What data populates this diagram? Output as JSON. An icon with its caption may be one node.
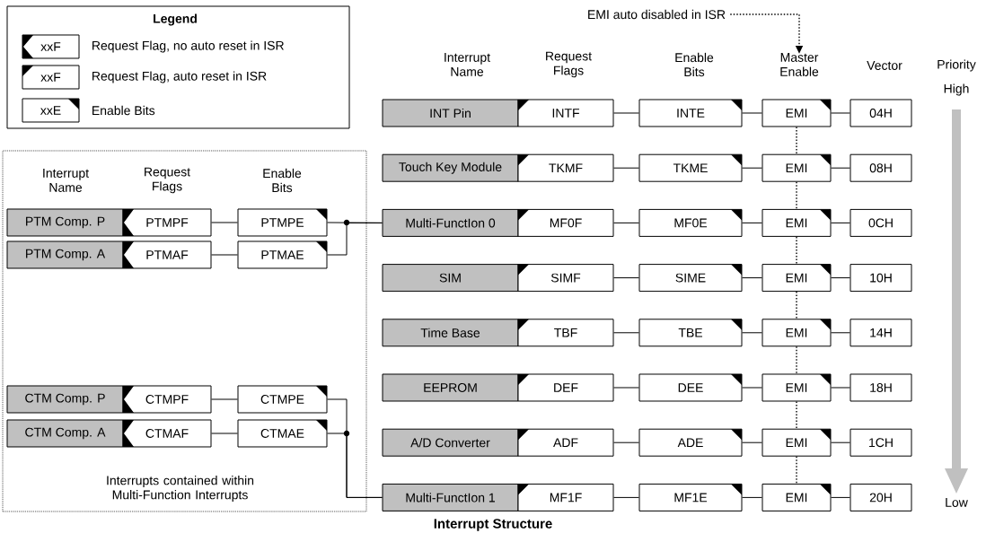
{
  "diagram": {
    "title": "Interrupt Structure",
    "nodes": [
      {
        "text": [
          "Interrupts contained within Multi-Function Interrupts"
        ]
      },
      {
        "text": [
          "PTM Comp. P"
        ],
        "in": 0
      },
      {
        "text": [
          "PTMPF"
        ],
        "in": 0
      },
      {
        "text": [
          "PTMPE"
        ],
        "in": 0
      },
      {
        "text": [
          "PTM Comp. A"
        ],
        "in": 0
      },
      {
        "text": [
          "PTMAF"
        ],
        "in": 0
      },
      {
        "text": [
          "PTMAE"
        ],
        "in": 0
      },
      {
        "text": [
          "CTM Comp. P"
        ],
        "in": 0
      },
      {
        "text": [
          "CTMPF"
        ],
        "in": 0
      },
      {
        "text": [
          "CTMPE"
        ],
        "in": 0
      },
      {
        "text": [
          "CTM Comp. A"
        ],
        "in": 0
      },
      {
        "text": [
          "CTMAF"
        ],
        "in": 0
      },
      {
        "text": [
          "CTMAE"
        ],
        "in": 0
      },
      {
        "text": [
          "EMI auto disabled in ISR"
        ]
      },
      {
        "text": [
          "INT Pin"
        ]
      },
      {
        "text": [
          "INTF"
        ]
      },
      {
        "text": [
          "INTE"
        ]
      },
      {
        "text": [
          "EMI"
        ]
      },
      {
        "text": [
          "04H"
        ]
      },
      {
        "text": [
          "Touch Key Module"
        ]
      },
      {
        "text": [
          "TKMF"
        ]
      },
      {
        "text": [
          "TKME"
        ]
      },
      {
        "text": [
          "EMI"
        ]
      },
      {
        "text": [
          "08H"
        ]
      },
      {
        "text": [
          "Multi-FunctIon 0"
        ]
      },
      {
        "text": [
          "MF0F"
        ]
      },
      {
        "text": [
          "MF0E"
        ]
      },
      {
        "text": [
          "EMI"
        ]
      },
      {
        "text": [
          "0CH"
        ]
      },
      {
        "text": [
          "SIM"
        ]
      },
      {
        "text": [
          "SIMF"
        ]
      },
      {
        "text": [
          "SIME"
        ]
      },
      {
        "text": [
          "EMI"
        ]
      },
      {
        "text": [
          "10H"
        ]
      },
      {
        "text": [
          "Time Base"
        ]
      },
      {
        "text": [
          "TBF"
        ]
      },
      {
        "text": [
          "TBE"
        ]
      },
      {
        "text": [
          "EMI"
        ]
      },
      {
        "text": [
          "14H"
        ]
      },
      {
        "text": [
          "EEPROM"
        ]
      },
      {
        "text": [
          "DEF"
        ]
      },
      {
        "text": [
          "DEE"
        ]
      },
      {
        "text": [
          "EMI"
        ]
      },
      {
        "text": [
          "18H"
        ]
      },
      {
        "text": [
          "A/D Converter"
        ]
      },
      {
        "text": [
          "ADF"
        ]
      },
      {
        "text": [
          "ADE"
        ]
      },
      {
        "text": [
          "EMI"
        ]
      },
      {
        "text": [
          "1CH"
        ]
      },
      {
        "text": [
          "Multi-FunctIon 1"
        ]
      },
      {
        "text": [
          "MF1F"
        ]
      },
      {
        "text": [
          "MF1E"
        ]
      },
      {
        "text": [
          "EMI"
        ]
      },
      {
        "text": [
          "20H"
        ]
      },
      {
        "text": [
          "Master Enable"
        ]
      }
    ],
    "edges": [
      {
        "from": 2,
        "to": 3,
        "arrow": "none"
      },
      {
        "from": 5,
        "to": 6,
        "arrow": "none"
      },
      {
        "from": 8,
        "to": 9,
        "arrow": "none"
      },
      {
        "from": 11,
        "to": 12,
        "arrow": "none"
      },
      {
        "from": 3,
        "to": 24,
        "arrow": "none"
      },
      {
        "from": 6,
        "to": 24,
        "arrow": "none"
      },
      {
        "from": 9,
        "to": 49,
        "arrow": "none"
      },
      {
        "from": 12,
        "to": 49,
        "arrow": "none"
      },
      {
        "from": 15,
        "to": 16,
        "arrow": "none"
      },
      {
        "from": 16,
        "to": 17,
        "arrow": "none"
      },
      {
        "from": 17,
        "to": 18,
        "arrow": "none"
      },
      {
        "from": 20,
        "to": 21,
        "arrow": "none"
      },
      {
        "from": 21,
        "to": 22,
        "arrow": "none"
      },
      {
        "from": 22,
        "to": 23,
        "arrow": "none"
      },
      {
        "from": 25,
        "to": 26,
        "arrow": "none"
      },
      {
        "from": 26,
        "to": 27,
        "arrow": "none"
      },
      {
        "from": 27,
        "to": 28,
        "arrow": "none"
      },
      {
        "from": 30,
        "to": 31,
        "arrow": "none"
      },
      {
        "from": 31,
        "to": 32,
        "arrow": "none"
      },
      {
        "from": 32,
        "to": 33,
        "arrow": "none"
      },
      {
        "from": 35,
        "to": 36,
        "arrow": "none"
      },
      {
        "from": 36,
        "to": 37,
        "arrow": "none"
      },
      {
        "from": 37,
        "to": 38,
        "arrow": "none"
      },
      {
        "from": 40,
        "to": 41,
        "arrow": "none"
      },
      {
        "from": 41,
        "to": 42,
        "arrow": "none"
      },
      {
        "from": 42,
        "to": 43,
        "arrow": "none"
      },
      {
        "from": 45,
        "to": 46,
        "arrow": "none"
      },
      {
        "from": 46,
        "to": 47,
        "arrow": "none"
      },
      {
        "from": 47,
        "to": 48,
        "arrow": "none"
      },
      {
        "from": 50,
        "to": 51,
        "arrow": "none"
      },
      {
        "from": 51,
        "to": 52,
        "arrow": "none"
      },
      {
        "from": 52,
        "to": 53,
        "arrow": "none"
      },
      {
        "from": 17,
        "to": 22,
        "arrow": "none",
        "style": "dashed"
      },
      {
        "from": 22,
        "to": 27,
        "arrow": "none",
        "style": "dashed"
      },
      {
        "from": 27,
        "to": 32,
        "arrow": "none",
        "style": "dashed"
      },
      {
        "from": 32,
        "to": 37,
        "arrow": "none",
        "style": "dashed"
      },
      {
        "from": 37,
        "to": 42,
        "arrow": "none",
        "style": "dashed"
      },
      {
        "from": 42,
        "to": 47,
        "arrow": "none",
        "style": "dashed"
      },
      {
        "from": 47,
        "to": 52,
        "arrow": "none",
        "style": "dashed"
      },
      {
        "from": 13,
        "to": 54,
        "arrow": "to",
        "style": "dashed"
      }
    ],
    "labels": [
      "Legend",
      "xxF",
      "xxF",
      "xxE",
      "Interrupt Name",
      "Request Flags",
      "Enable Bits",
      "Vector",
      "Priority",
      "High",
      "Interrupt Name",
      "Request Flags",
      "Enable Bits",
      "Low"
    ],
    "legend": [
      {
        "text": "Request Flag, no auto reset in ISR"
      },
      {
        "text": "Request Flag, auto reset in ISR"
      },
      {
        "text": "Enable Bits"
      }
    ]
  }
}
